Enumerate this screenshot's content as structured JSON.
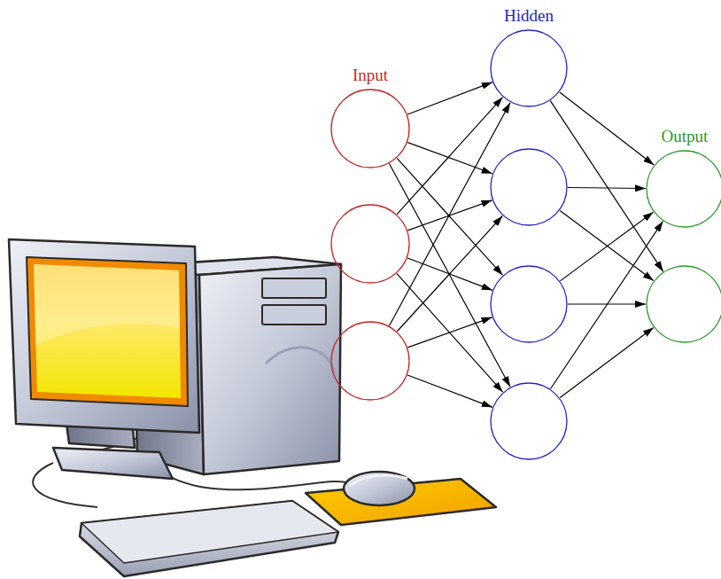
{
  "diagram": {
    "nodes": [
      {
        "text": [
          "Input"
        ]
      },
      {
        "text": []
      },
      {
        "text": []
      },
      {
        "text": [
          "Hidden"
        ]
      },
      {
        "text": []
      },
      {
        "text": []
      },
      {
        "text": []
      },
      {
        "text": [
          "Output"
        ]
      },
      {
        "text": []
      }
    ],
    "edges": [
      {
        "from": 0,
        "to": 3,
        "arrow": "to"
      },
      {
        "from": 0,
        "to": 4,
        "arrow": "to"
      },
      {
        "from": 0,
        "to": 5,
        "arrow": "to"
      },
      {
        "from": 0,
        "to": 6,
        "arrow": "to"
      },
      {
        "from": 1,
        "to": 3,
        "arrow": "to"
      },
      {
        "from": 1,
        "to": 4,
        "arrow": "to"
      },
      {
        "from": 1,
        "to": 5,
        "arrow": "to"
      },
      {
        "from": 1,
        "to": 6,
        "arrow": "to"
      },
      {
        "from": 2,
        "to": 3,
        "arrow": "to"
      },
      {
        "from": 2,
        "to": 4,
        "arrow": "to"
      },
      {
        "from": 2,
        "to": 5,
        "arrow": "to"
      },
      {
        "from": 2,
        "to": 6,
        "arrow": "to"
      },
      {
        "from": 3,
        "to": 7,
        "arrow": "to"
      },
      {
        "from": 3,
        "to": 8,
        "arrow": "to"
      },
      {
        "from": 4,
        "to": 7,
        "arrow": "to"
      },
      {
        "from": 4,
        "to": 8,
        "arrow": "to"
      },
      {
        "from": 5,
        "to": 7,
        "arrow": "to"
      },
      {
        "from": 5,
        "to": 8,
        "arrow": "to"
      },
      {
        "from": 6,
        "to": 7,
        "arrow": "to"
      },
      {
        "from": 6,
        "to": 8,
        "arrow": "to"
      }
    ]
  }
}
